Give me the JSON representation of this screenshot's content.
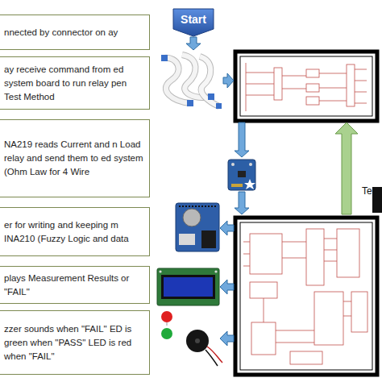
{
  "diagram": {
    "nodes": [
      {
        "text": [
          "nnected by connector on ay"
        ]
      },
      {
        "text": [
          "ay receive command from ed system board to run relay pen Test Method"
        ]
      },
      {
        "text": [
          "NA219 reads Current and n Load relay and send them to ed system (Ohm Law for 4 Wire"
        ]
      },
      {
        "text": [
          "er for writing and keeping m INA210 (Fuzzy Logic and data"
        ]
      },
      {
        "text": [
          "plays Measurement Results or \"FAIL\""
        ]
      },
      {
        "text": [
          "zzer sounds when \"FAIL\" ED is green when \"PASS\" LED is red when \"FAIL\""
        ]
      },
      {
        "text": [
          "Start"
        ]
      }
    ],
    "labels": [
      "Te"
    ]
  }
}
